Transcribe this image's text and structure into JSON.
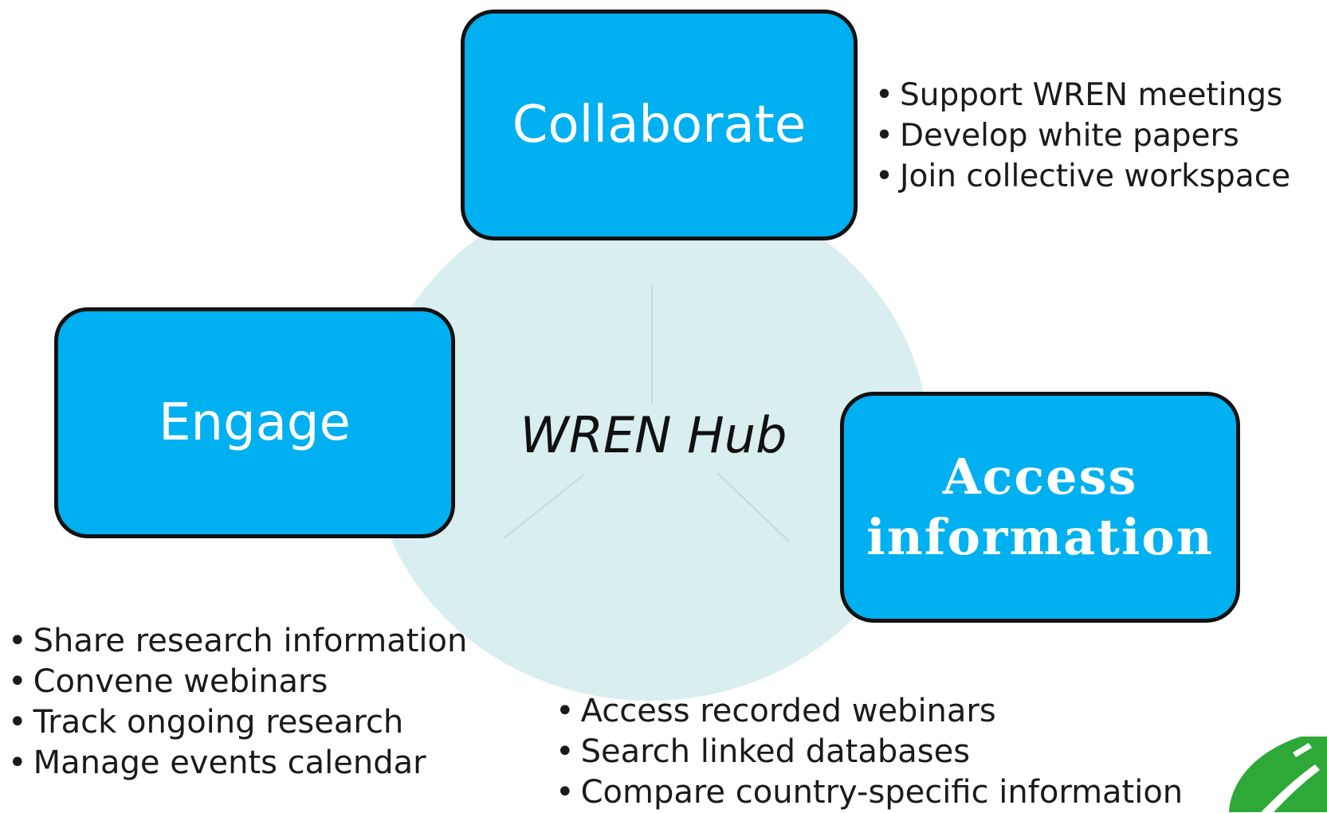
{
  "colors": {
    "box_fill": "#00b0f0",
    "box_border": "#111111",
    "hub_circle": "#d9eeee",
    "spoke": "#b9dede",
    "logo_green": "#2ea836"
  },
  "hub": {
    "label": "WREN Hub"
  },
  "nodes": {
    "collaborate": {
      "label": "Collaborate",
      "bullets": [
        "Support WREN meetings",
        "Develop white papers",
        "Join collective workspace"
      ]
    },
    "engage": {
      "label": "Engage",
      "bullets": [
        "Share research information",
        "Convene webinars",
        "Track ongoing research",
        "Manage events calendar"
      ]
    },
    "access": {
      "label_line1": "Access",
      "label_line2": "information",
      "bullets": [
        "Access recorded webinars",
        "Search linked databases",
        "Compare country-specific information"
      ]
    }
  },
  "logo": {
    "icon": "wren-logo-icon"
  }
}
